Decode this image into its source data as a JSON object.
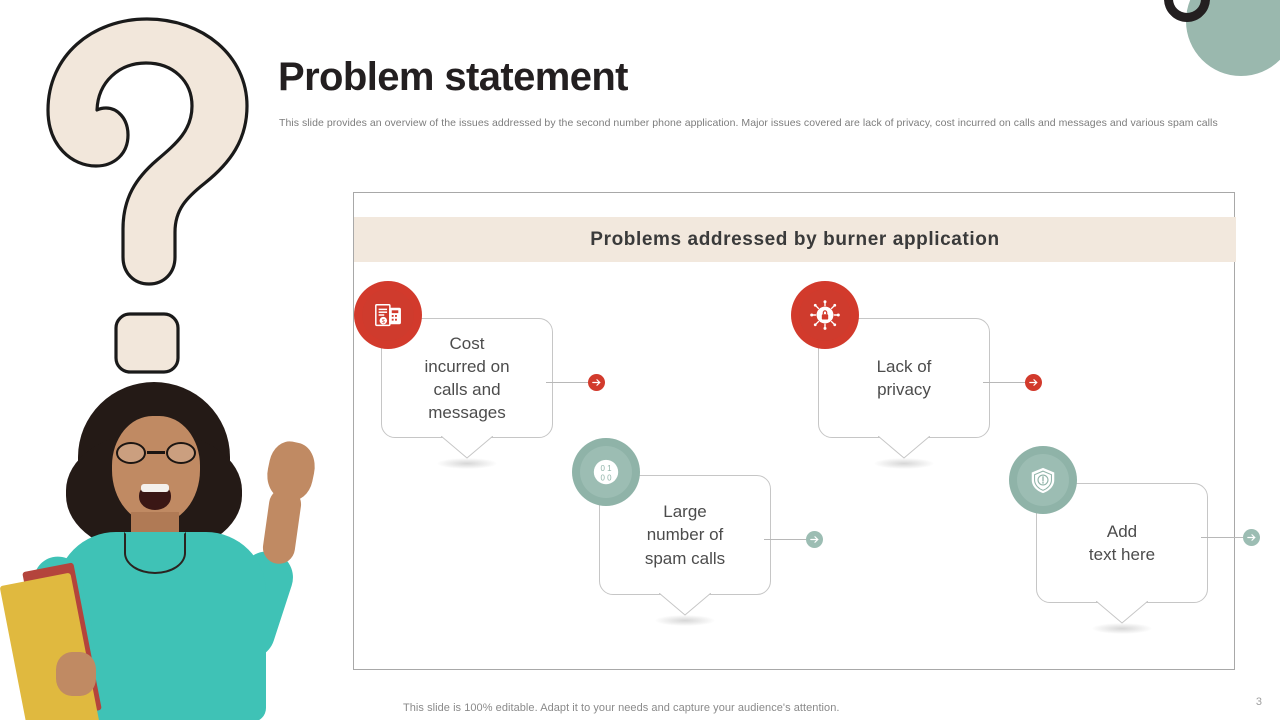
{
  "slide": {
    "title": "Problem statement",
    "subtitle": "This slide provides an overview of the issues addressed by the second number phone application. Major issues covered are lack of privacy,  cost incurred on calls and messages and various spam calls",
    "page_number": "3",
    "footer_note": "This slide is 100% editable. Adapt it to your needs and capture your audience's attention."
  },
  "panel": {
    "banner_title": "Problems addressed by burner application"
  },
  "callouts": [
    {
      "id": "cost-incurred",
      "text": "Cost\nincurred on\ncalls and\nmessages",
      "icon": "invoice-dollar-calculator-icon",
      "accent": "#d23a2c",
      "accent_name": "red",
      "connector_dot": "arrow-right-dot"
    },
    {
      "id": "lack-of-privacy",
      "text": "Lack of\nprivacy",
      "icon": "padlock-security-network-icon",
      "accent": "#d23a2c",
      "accent_name": "red",
      "connector_dot": "arrow-right-dot"
    },
    {
      "id": "spam-calls",
      "text": "Large\nnumber of\nspam calls",
      "icon": "binary-code-icon",
      "accent": "#9cbdb3",
      "accent_name": "green",
      "connector_dot": "arrow-right-dot"
    },
    {
      "id": "add-text-here",
      "text": "Add\ntext here",
      "icon": "shield-alert-icon",
      "accent": "#9cbdb3",
      "accent_name": "green",
      "connector_dot": "arrow-right-dot"
    }
  ],
  "decor": {
    "question_mark": "question-mark-shape",
    "corner_circle_color": "#9ab8ae",
    "corner_arc_color": "#231f20",
    "question_mark_fill": "#f2e7db"
  },
  "photo": {
    "alt_name": "surprised-woman-with-folders-photo"
  }
}
